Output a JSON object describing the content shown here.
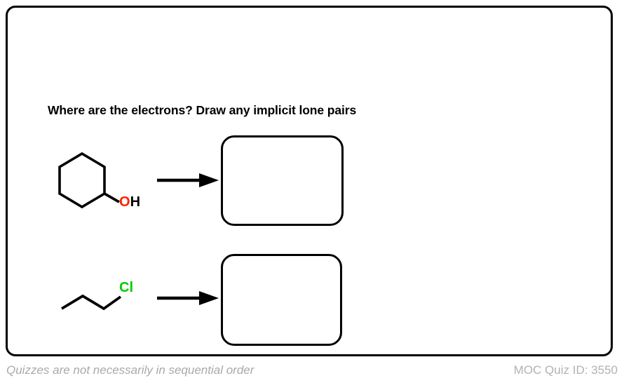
{
  "page": {
    "background_color": "#ffffff",
    "border_color": "#000000"
  },
  "quiz": {
    "heading": "Where are the electrons? Draw any implicit lone pairs",
    "rows": [
      {
        "id": "row-cyclohexanol",
        "molecule_name": "cyclohexanol",
        "skeleton": "cyclohexane-ring",
        "labels": [
          {
            "text": "O",
            "color": "#ff2200"
          },
          {
            "text": "H",
            "color": "#000000"
          }
        ],
        "arrow": "reaction-arrow-right",
        "answer": ""
      },
      {
        "id": "row-chloropropane",
        "molecule_name": "1-chloropropane",
        "skeleton": "propyl-zigzag-chain",
        "labels": [
          {
            "text": "Cl",
            "color": "#00cc00"
          }
        ],
        "arrow": "reaction-arrow-right",
        "answer": ""
      }
    ]
  },
  "footer": {
    "note": "Quizzes are not necessarily in sequential order",
    "quiz_id": "MOC Quiz ID: 3550",
    "text_color": "#a9a9a9"
  },
  "colors": {
    "oxygen_red": "#ff2200",
    "chlorine_green": "#00cc00",
    "ink_black": "#000000",
    "footer_gray": "#a9a9a9"
  }
}
